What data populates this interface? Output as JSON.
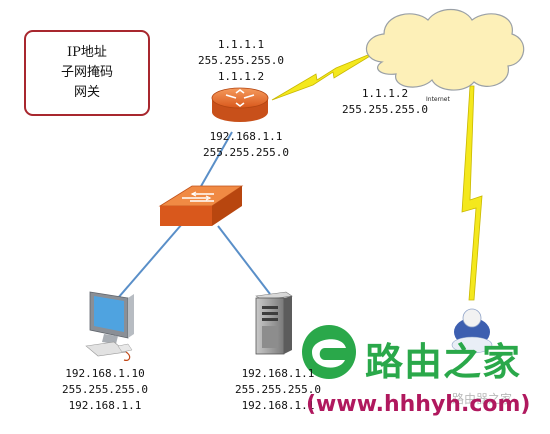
{
  "legend": {
    "line1": "IP地址",
    "line2": "子网掩码",
    "line3": "网关"
  },
  "router": {
    "wan_ip": "1.1.1.1",
    "wan_mask": "255.255.255.0",
    "wan_gateway": "1.1.1.2",
    "lan_ip": "192.168.1.1",
    "lan_mask": "255.255.255.0"
  },
  "internet": {
    "ip": "1.1.1.2",
    "mask": "255.255.255.0",
    "label": "Internet"
  },
  "pc": {
    "ip": "192.168.1.10",
    "mask": "255.255.255.0",
    "gateway": "192.168.1.1"
  },
  "server": {
    "ip": "192.168.1.1",
    "mask": "255.255.255.0",
    "gateway": "192.168.1.1"
  },
  "watermark": {
    "brand": "路由之家",
    "url": "(www.hhhyh.com)",
    "sub": "路由器之家"
  },
  "colors": {
    "cloud": "#fdf0b8",
    "device": "#e8672a",
    "link": "#5a8fc8",
    "bolt": "#f4e81d",
    "frame": "#a8272e"
  }
}
